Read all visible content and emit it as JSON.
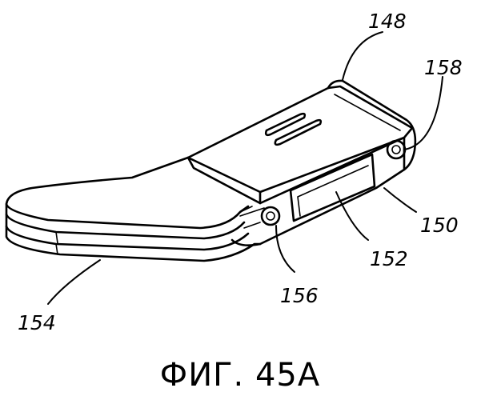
{
  "figure": {
    "caption": "ФИГ. 45А",
    "labels": {
      "l148": "148",
      "l158": "158",
      "l150": "150",
      "l152": "152",
      "l156": "156",
      "l154": "154"
    }
  }
}
